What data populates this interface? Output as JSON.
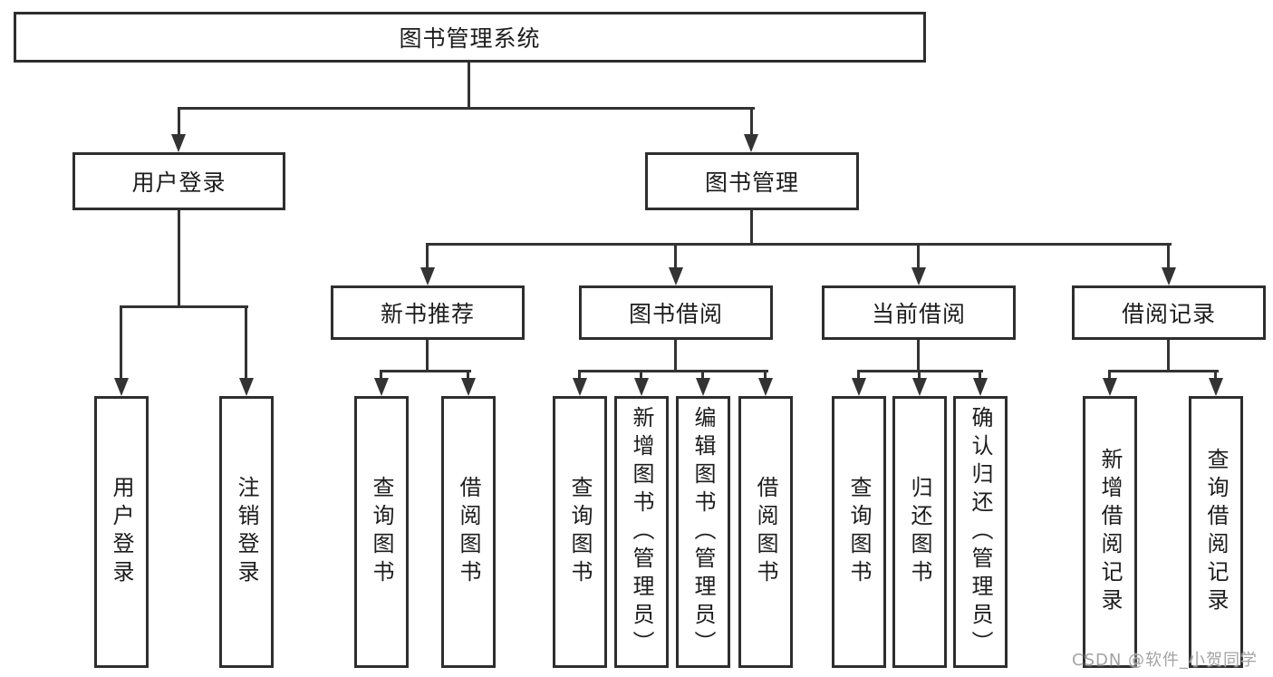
{
  "tree": {
    "root": {
      "label": "图书管理系统"
    },
    "user_login": {
      "label": "用户登录",
      "children": [
        {
          "label": "用户登录"
        },
        {
          "label": "注销登录"
        }
      ]
    },
    "book_management": {
      "label": "图书管理",
      "sections": [
        {
          "label": "新书推荐",
          "children": [
            {
              "label": "查询图书"
            },
            {
              "label": "借阅图书"
            }
          ]
        },
        {
          "label": "图书借阅",
          "children": [
            {
              "label": "查询图书"
            },
            {
              "label": "新增图书（管理员）"
            },
            {
              "label": "编辑图书（管理员）"
            },
            {
              "label": "借阅图书"
            }
          ]
        },
        {
          "label": "当前借阅",
          "children": [
            {
              "label": "查询图书"
            },
            {
              "label": "归还图书"
            },
            {
              "label": "确认归还（管理员）"
            }
          ]
        },
        {
          "label": "借阅记录",
          "children": [
            {
              "label": "新增借阅记录"
            },
            {
              "label": "查询借阅记录"
            }
          ]
        }
      ]
    }
  },
  "watermark": {
    "text": "CSDN @软件_小贺同学"
  },
  "colors": {
    "line_color": "#333333",
    "box_border_color": "#2e2e2e",
    "text_color": "#1c1c1c",
    "watermark_color": "#a3a3a3",
    "background_color": "#ffffff"
  }
}
